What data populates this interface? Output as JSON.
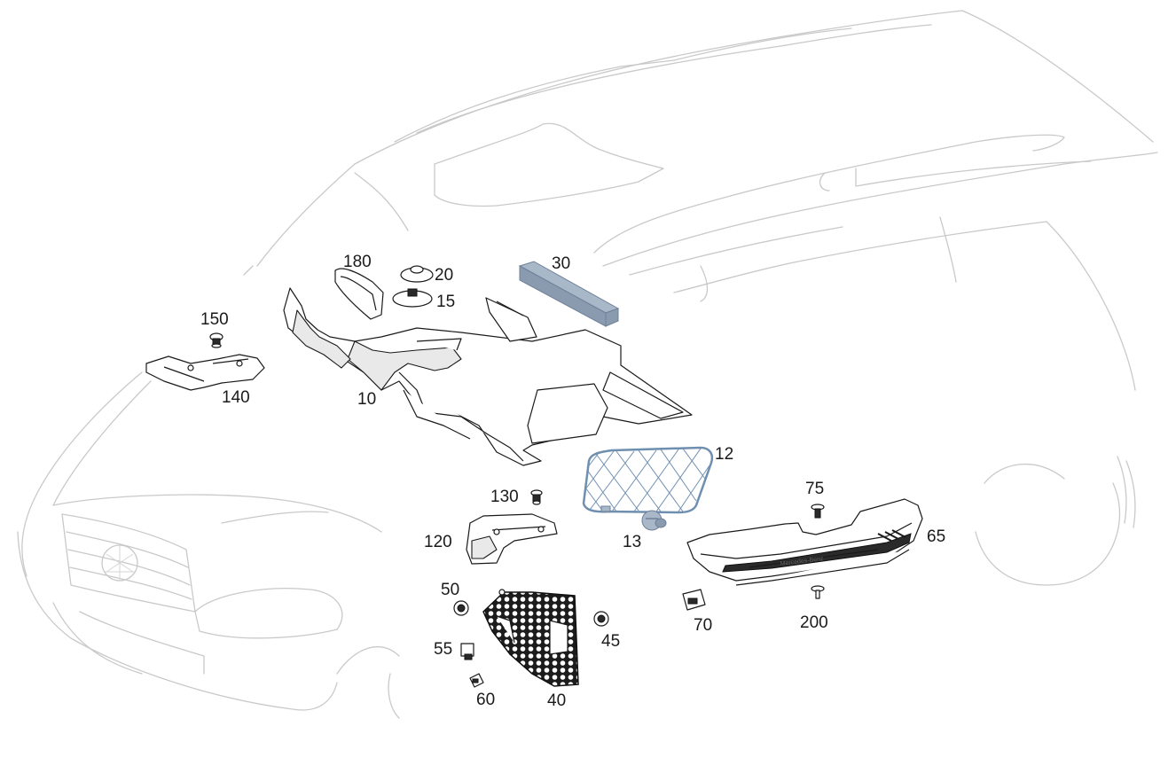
{
  "callouts": [
    {
      "id": "10",
      "text": "10"
    },
    {
      "id": "12",
      "text": "12"
    },
    {
      "id": "13",
      "text": "13"
    },
    {
      "id": "15",
      "text": "15"
    },
    {
      "id": "20",
      "text": "20"
    },
    {
      "id": "30",
      "text": "30"
    },
    {
      "id": "40",
      "text": "40"
    },
    {
      "id": "45",
      "text": "45"
    },
    {
      "id": "50",
      "text": "50"
    },
    {
      "id": "55",
      "text": "55"
    },
    {
      "id": "60",
      "text": "60"
    },
    {
      "id": "65",
      "text": "65"
    },
    {
      "id": "70",
      "text": "70"
    },
    {
      "id": "75",
      "text": "75"
    },
    {
      "id": "120",
      "text": "120"
    },
    {
      "id": "130",
      "text": "130"
    },
    {
      "id": "140",
      "text": "140"
    },
    {
      "id": "150",
      "text": "150"
    },
    {
      "id": "180",
      "text": "180"
    },
    {
      "id": "200",
      "text": "200"
    }
  ],
  "colors": {
    "background": "#ffffff",
    "vehicle_outline": "#c9c9c9",
    "part_outline": "#1a1a1a",
    "highlighted_parts": "#8a9bb0"
  },
  "sill_plate_lettering": "Mercedes-Benz"
}
